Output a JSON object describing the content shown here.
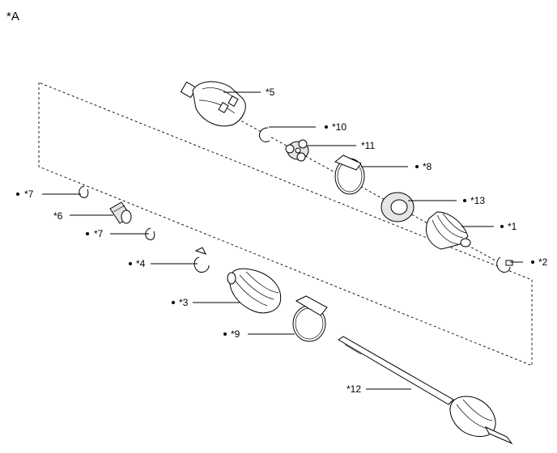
{
  "view_label": "*A",
  "callouts": [
    {
      "id": "5",
      "text": "*5",
      "bullet": false
    },
    {
      "id": "10",
      "text": "*10",
      "bullet": true
    },
    {
      "id": "11",
      "text": "*11",
      "bullet": false
    },
    {
      "id": "8",
      "text": "*8",
      "bullet": true
    },
    {
      "id": "13",
      "text": "*13",
      "bullet": true
    },
    {
      "id": "1",
      "text": "*1",
      "bullet": true
    },
    {
      "id": "2",
      "text": "*2",
      "bullet": true
    },
    {
      "id": "7a",
      "text": "*7",
      "bullet": true
    },
    {
      "id": "6",
      "text": "*6",
      "bullet": false
    },
    {
      "id": "7b",
      "text": "*7",
      "bullet": true
    },
    {
      "id": "4",
      "text": "*4",
      "bullet": true
    },
    {
      "id": "3",
      "text": "*3",
      "bullet": true
    },
    {
      "id": "9",
      "text": "*9",
      "bullet": true
    },
    {
      "id": "12",
      "text": "*12",
      "bullet": false
    }
  ]
}
